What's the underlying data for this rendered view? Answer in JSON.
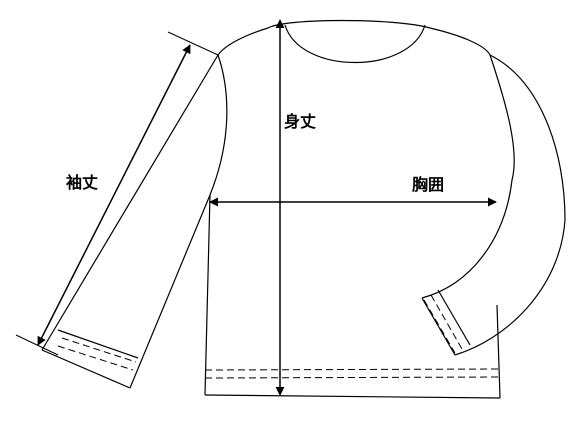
{
  "labels": {
    "sleeve_length": "袖丈",
    "body_length": "身丈",
    "chest": "胸囲"
  },
  "colors": {
    "line": "#000000",
    "background": "#ffffff"
  }
}
